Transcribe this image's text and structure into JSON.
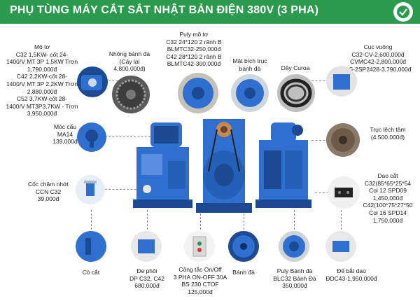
{
  "header": {
    "title": "PHỤ TÙNG MÁY CẮT SẮT NHẬT BẢN ĐIỆN 380V (3 PHA)"
  },
  "colors": {
    "header_green": "#2a9a4c",
    "machine_blue": "#2e6fd0",
    "dark_blue": "#1b4a93"
  },
  "motor": {
    "title": "Mô tơ",
    "lines": [
      "C32 1,5KW- cốt 24-",
      "1400/V MT 3P 1,5KW Trơn",
      "1,790,000đ",
      "C42 2,2KW-cốt 28-",
      "1400/V MT 3P 2,2KW Trơn",
      "2,880,000đ",
      "C52 3,7KW-cốt 28-",
      "1400/V MT3P3,7KW - Trơn",
      "3,950,000đ"
    ]
  },
  "sprocket": {
    "lines": [
      "Nhông bánh đà",
      "(Cây lại",
      "4.800.000đ)"
    ]
  },
  "motor_pulley": {
    "lines": [
      "Puly mô tơ",
      "C32 24*120 2 rãnh B",
      "BLMTC32-250,000đ",
      "C42 28*120 2 rãnh B",
      "BLMTC42-300,000đ"
    ]
  },
  "flywheel_flange": {
    "lines": [
      "Mặt bích trục",
      "bánh đà"
    ]
  },
  "belt": {
    "label": "Dây Curoa"
  },
  "square_block": {
    "lines": [
      "Cục vuông",
      "C32-CV-2,600,000đ",
      "CVMC42-2,800,000đ",
      "CS-2SP2428-3,790,000đ"
    ]
  },
  "hook": {
    "lines": [
      "Móc cẩu",
      "MA14",
      "139,000đ"
    ]
  },
  "eccentric": {
    "lines": [
      "Trục lệch tâm",
      "(4.500.000đ)"
    ]
  },
  "oil_cup": {
    "lines": [
      "Cốc châm nhớt",
      "CCN C32",
      "39,000đ"
    ]
  },
  "knife": {
    "lines": [
      "Dao cắt",
      "C32(85*65*25*54",
      "Col 12 SPD09",
      "1,450,000đ",
      "C42(100*75*27*50",
      "Col 16 SPD14",
      "1,750,000đ"
    ]
  },
  "bottom": [
    {
      "lines": [
        "Cò cắt"
      ]
    },
    {
      "lines": [
        "Đe phôi",
        "DP C32, C42",
        "680,000đ"
      ]
    },
    {
      "lines": [
        "Công tắc On/Off",
        "3 PHA ON-OFF 30A",
        "BS 230 CTOF",
        "125,000đ"
      ]
    },
    {
      "lines": [
        "Bánh đà"
      ]
    },
    {
      "lines": [
        "Puly Bánh đà",
        "BLC32 Bánh Đà",
        "350,000đ"
      ]
    },
    {
      "lines": [
        "Đế bắt dao",
        "ĐDC43-1,950,000đ"
      ]
    }
  ]
}
